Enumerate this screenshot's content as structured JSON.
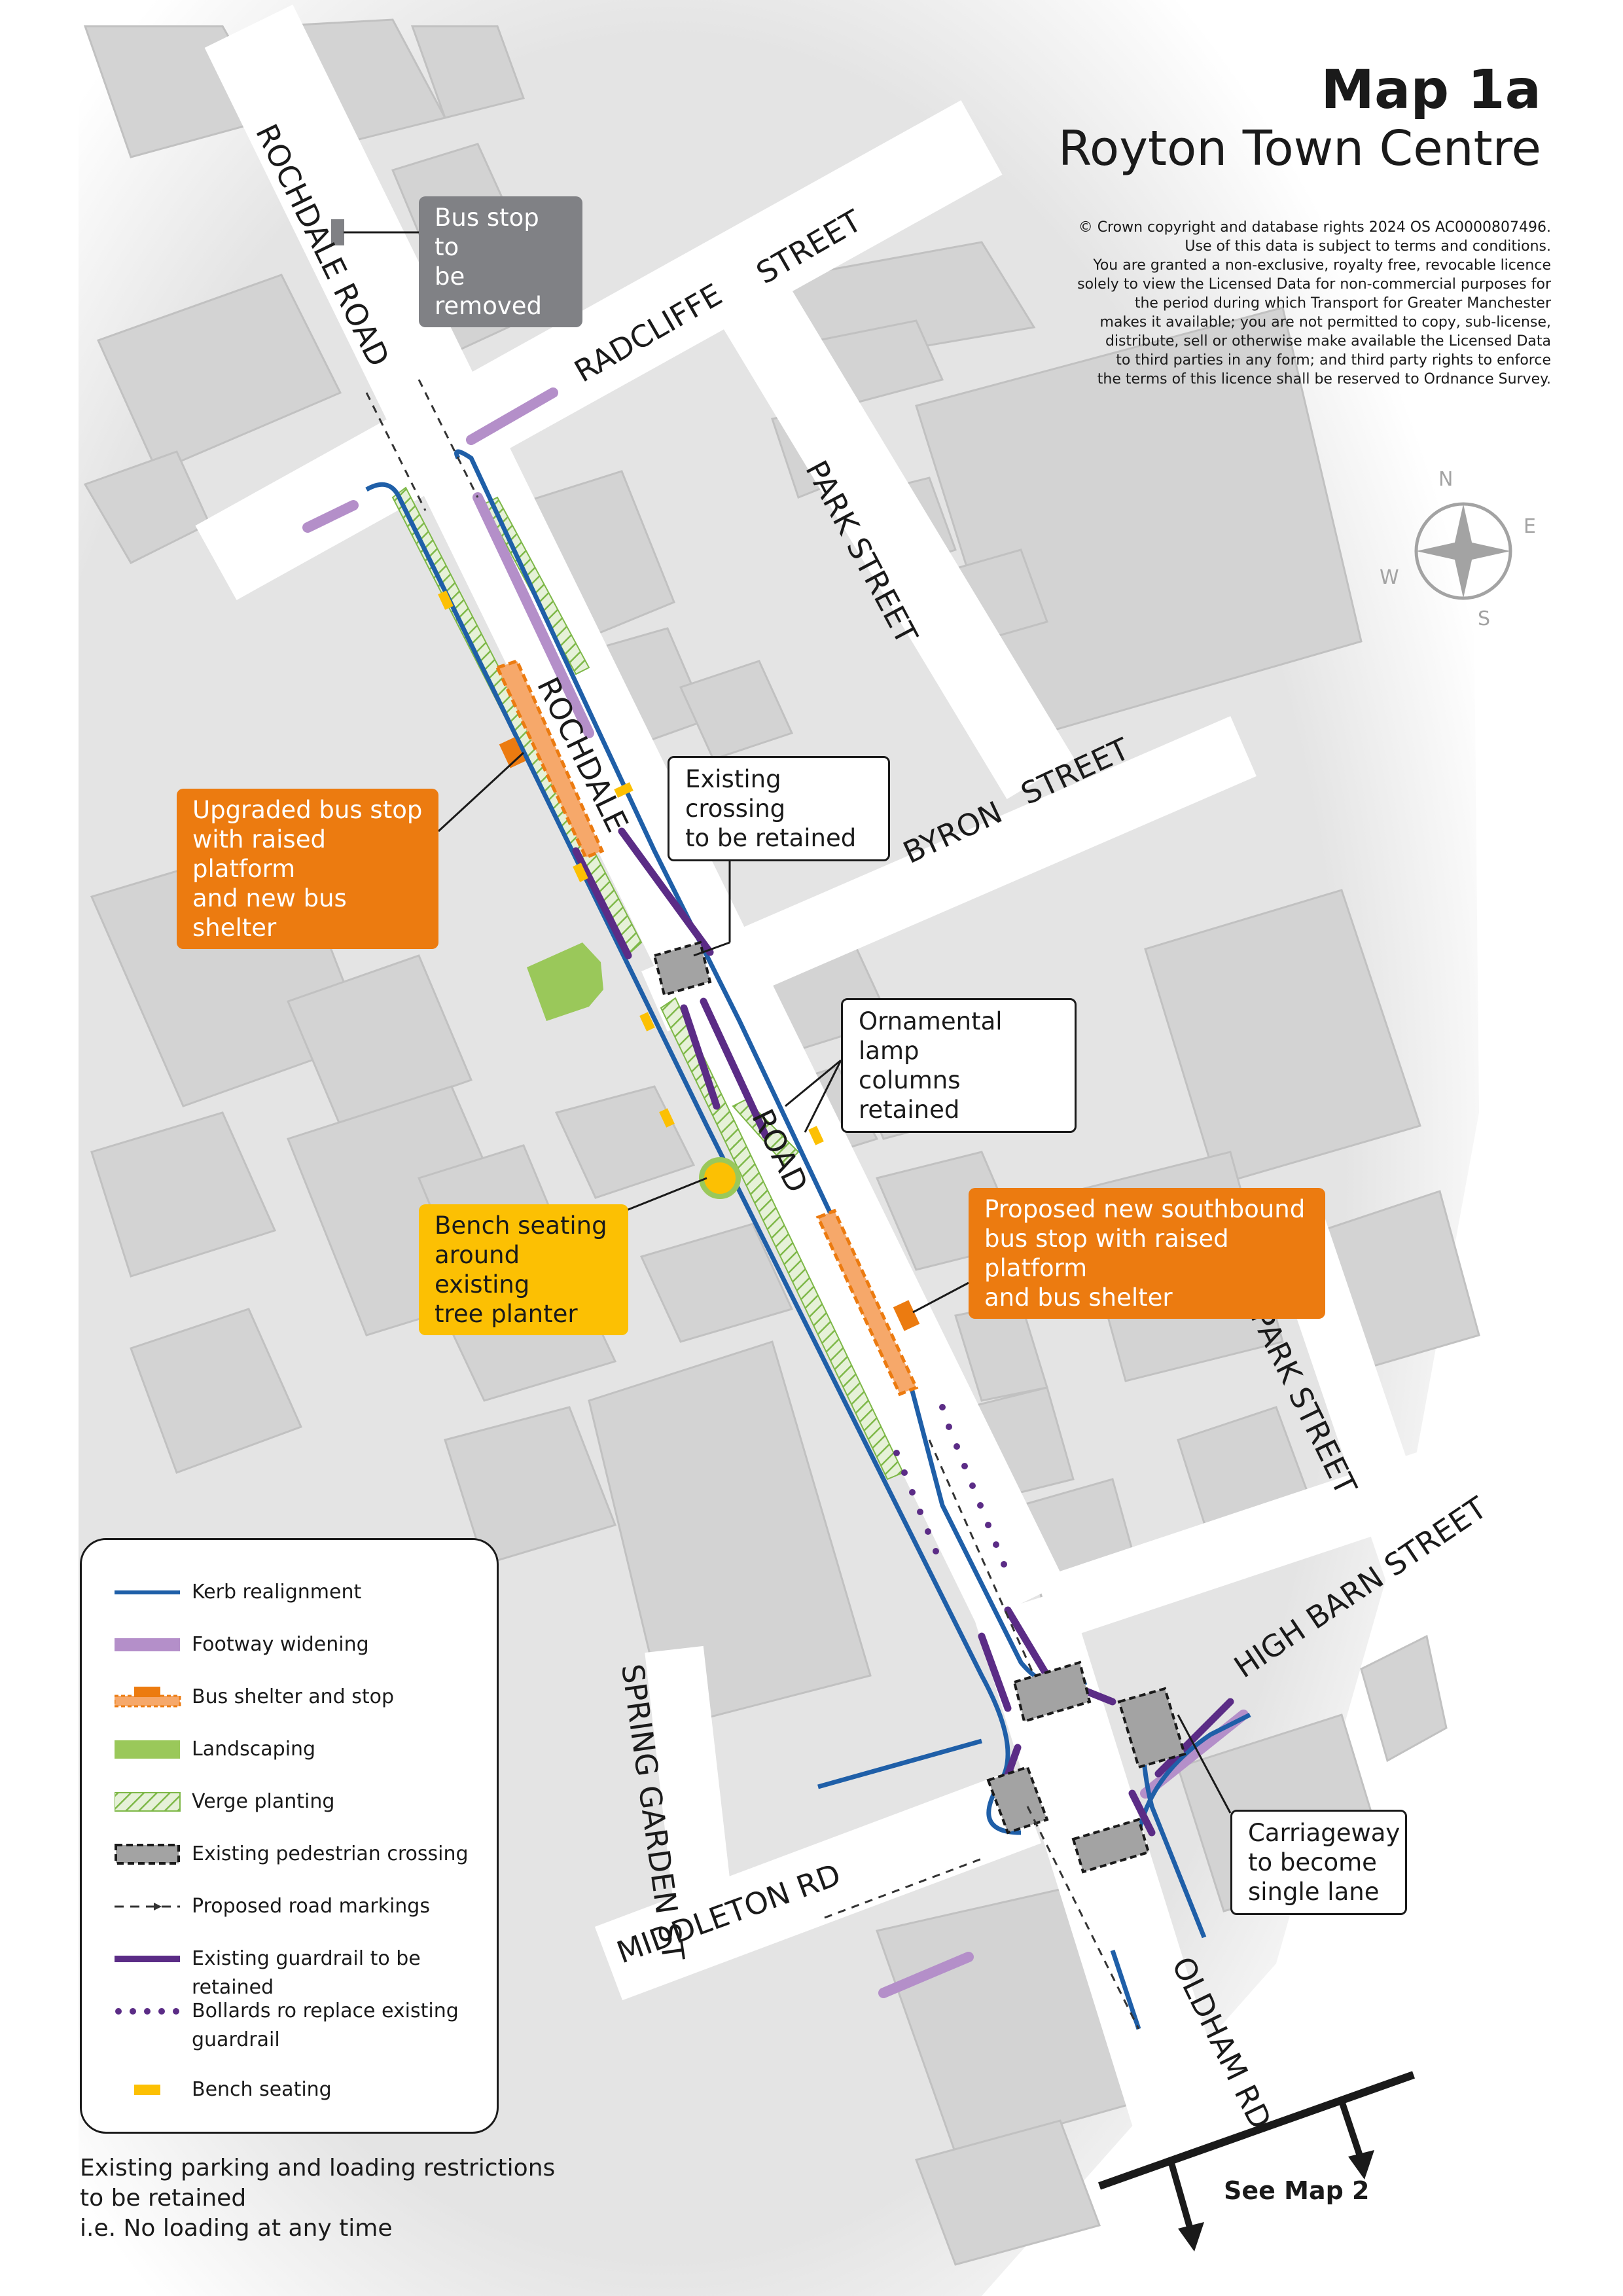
{
  "title": {
    "map_number": "Map 1a",
    "map_name": "Royton Town Centre"
  },
  "copyright": [
    "© Crown copyright and database rights 2024 OS AC0000807496.",
    "Use of this data is subject to terms and conditions.",
    "You are granted a non-exclusive, royalty free, revocable licence",
    "solely to view the Licensed Data for non-commercial purposes for",
    "the period during which Transport for Greater Manchester",
    "makes it available; you are not permitted to copy, sub-license,",
    "distribute, sell or otherwise make available the Licensed Data",
    "to third parties in any form; and third party rights to enforce",
    "the terms of this licence shall be reserved to Ordnance Survey."
  ],
  "compass": {
    "n": "N",
    "e": "E",
    "s": "S",
    "w": "W"
  },
  "roads": {
    "rochdale_road_north": "ROCHDALE ROAD",
    "radcliffe": "RADCLIFFE",
    "street_top": "STREET",
    "park_street_north": "PARK STREET",
    "rochdale": "ROCHDALE",
    "road": "ROAD",
    "byron": "BYRON",
    "street_byron": "STREET",
    "park_street_south": "PARK STREET",
    "high_barn_street": "HIGH BARN STREET",
    "spring_garden_st": "SPRING GARDEN ST",
    "middleton_rd": "MIDDLETON RD",
    "oldham_rd": "OLDHAM RD"
  },
  "callouts": {
    "bus_stop_removed": [
      "Bus stop to",
      "be removed"
    ],
    "upgraded_bus_stop": [
      "Upgraded bus stop",
      "with raised platform",
      "and new bus shelter"
    ],
    "existing_crossing": [
      "Existing crossing",
      "to be retained"
    ],
    "ornamental_lamp": [
      "Ornamental lamp",
      "columns retained"
    ],
    "bench_seating": [
      "Bench seating",
      "around existing",
      "tree planter"
    ],
    "southbound_stop": [
      "Proposed new southbound",
      "bus stop with raised platform",
      "and bus shelter"
    ],
    "carriageway": [
      "Carriageway",
      "to become",
      "single lane"
    ]
  },
  "see_map": "See Map 2",
  "legend": {
    "items": [
      {
        "label": "Kerb realignment",
        "symbol": "kerb"
      },
      {
        "label": " Footway widening",
        "symbol": "footway"
      },
      {
        "label": "Bus shelter and stop",
        "symbol": "bus"
      },
      {
        "label": "Landscaping",
        "symbol": "landscaping"
      },
      {
        "label": "Verge planting",
        "symbol": "verge"
      },
      {
        "label": "Existing pedestrian crossing",
        "symbol": "crossing"
      },
      {
        "label": "Proposed road markings",
        "symbol": "markings"
      },
      {
        "label": "Existing guardrail to be retained",
        "symbol": "guardrail"
      },
      {
        "label": "Bollards ro replace existing guardrail",
        "symbol": "bollards"
      },
      {
        "label": "Bench seating",
        "symbol": "bench"
      }
    ]
  },
  "restrictions": [
    "Existing parking and loading restrictions",
    "to be retained",
    "i.e. No loading at any time"
  ],
  "colors": {
    "kerb": "#1f5fa8",
    "footway": "#b48fc9",
    "bus": "#ec7b10",
    "bus_fill": "#f6a86a",
    "landscaping": "#9ac85a",
    "verge": "#7eb848",
    "crossing": "#a3a3a3",
    "guardrail": "#5b2c86",
    "bench": "#fcc003",
    "building": "#d3d3d3",
    "road": "#ffffff",
    "background": "#ebebeb"
  }
}
